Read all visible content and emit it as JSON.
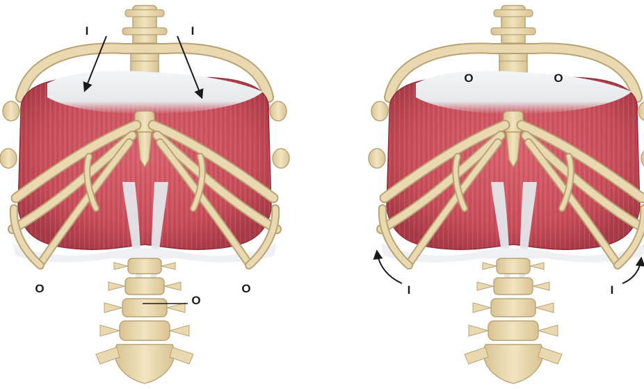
{
  "figure": {
    "left_panel": {
      "insertion_label_a": "I",
      "insertion_label_b": "I",
      "origin_label_left": "O",
      "origin_label_right": "O",
      "origin_label_lumbar": "O"
    },
    "right_panel": {
      "origin_label_a": "O",
      "origin_label_b": "O",
      "insertion_label_left": "I",
      "insertion_label_right": "I"
    }
  },
  "colors": {
    "bone": "#ead9b0",
    "bone_outline": "#b8a274",
    "muscle": "#d1535f",
    "muscle_dark": "#a43440",
    "tendon": "#eef0f3",
    "label": "#1a1a1a"
  }
}
